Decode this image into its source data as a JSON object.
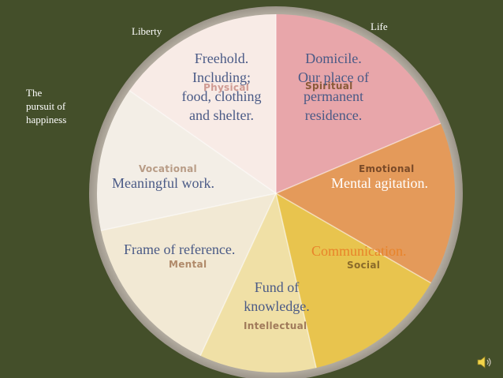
{
  "colors": {
    "background": "#444f2a",
    "wheel_rim": "#c9c2b4",
    "sector_spiritual": "#e8a6aa",
    "sector_emotional": "#e49a5a",
    "sector_social": "#e8c44e",
    "sector_intellectual": "#f0e0a6",
    "sector_mental": "#f2e9d4",
    "sector_vocational": "#f3eee6",
    "sector_physical": "#f8ebe6",
    "note_blue": "#4a5a86",
    "note_orange": "#e8832a"
  },
  "corner_labels": {
    "liberty": "Liberty",
    "life": "Life",
    "pursuit_line1": "The",
    "pursuit_line2": "pursuit of",
    "pursuit_line3": "happiness"
  },
  "wheel": {
    "physical": "Physical",
    "spiritual": "Spiritual",
    "emotional": "Emotional",
    "social": "Social",
    "intellectual": "Intellectual",
    "mental": "Mental",
    "vocational": "Vocational"
  },
  "notes": {
    "freehold_line1": "Freehold.",
    "freehold_line2": "Including;",
    "freehold_line3": "food, clothing",
    "freehold_line4": "and shelter.",
    "domicile_line1": "Domicile.",
    "domicile_line2": "Our place of",
    "domicile_line3": "permanent",
    "domicile_line4": "residence.",
    "meaningful_work": "Meaningful work.",
    "mental_agitation": "Mental agitation.",
    "frame_of_reference": "Frame of reference.",
    "communication": "Communication.",
    "fund_line1": "Fund of",
    "fund_line2": "knowledge."
  },
  "icons": {
    "speaker": "speaker-icon"
  }
}
